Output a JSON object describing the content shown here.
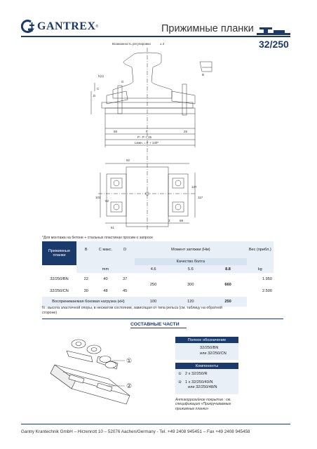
{
  "header": {
    "logo_text": "GANTREX",
    "logo_reg": "®",
    "title": "Прижимные планки",
    "code": "32/250"
  },
  "drawing_labels": {
    "adjust": "Возможность регулировки",
    "adjust_value": "± 2",
    "h": "h(1)",
    "g": "G",
    "b": "B",
    "d": "D",
    "c": "C",
    "s8": "58",
    "f": "F",
    "s25": "25",
    "p": "P - P + 15",
    "lmin": "Lмин. = F + 140*",
    "d92a": "92",
    "d92b": "92",
    "d101": "101",
    "d117": "117",
    "d127": "127",
    "d61": "61",
    "d3": "3",
    "d69": "69"
  },
  "mount_note": "*Для монтажа на бетоне + стальных пластинах просим о запросе",
  "table": {
    "col_clamp": "Прижимные планки",
    "col_b": "B",
    "col_c": "C макс.",
    "col_d": "D",
    "col_torque": "Момент затяжки (Нм)",
    "col_weight": "Вес (прибл.)",
    "bolt_quality": "Качество болта",
    "unit_mm": "mm",
    "q1": "4.6",
    "q2": "5.6",
    "q3": "8.8",
    "unit_kg": "kg",
    "row1_name": "32/250/BN",
    "row1_b": "22",
    "row1_c": "40",
    "row1_d": "37",
    "row1_w": "1.950",
    "row2_name": "32/250/CN",
    "row2_b": "30",
    "row2_c": "48",
    "row2_d": "45",
    "row2_w": "2.500",
    "torque1": "250",
    "torque2": "300",
    "torque3": "660",
    "lateral_label": "Воспринимаемая боковая нагрузка (кН)",
    "lat1": "100",
    "lat2": "120",
    "lat3": "250"
  },
  "footnote": "N : высота эластичной опоры, в несжатом состоянии, зависящая от типа рельса (см. таблицу на обратной стороне)",
  "section_title": "СОСТАВНЫЕ ЧАСТИ",
  "parts": {
    "callout1": "①",
    "callout2": "②"
  },
  "panel": {
    "full_title": "Полное обозначение",
    "full_line1": "32/250/BN",
    "full_line2": "или 32/250/CN",
    "comp_title": "Компоненты",
    "comp1_num": "①",
    "comp1_text": "2 x  32/250/R",
    "comp2_num": "②",
    "comp2_text": "1 x  32/250/40/N",
    "comp2_text2": "или 32/250/48/N",
    "coating": "Антикоррозийное покрытие : см. спецификацию «Прикручиваемые прижимные планки»"
  },
  "footer": "Gantry Krantechnik GmbH – Hirzenrott 10  – 52076 Aachen/Germany  -  Tel. +49 2408 945451 – Fax +49 2408 945458",
  "colors": {
    "brand": "#1a3a6b",
    "light": "#e8eff7",
    "mid": "#d6e3f0"
  }
}
